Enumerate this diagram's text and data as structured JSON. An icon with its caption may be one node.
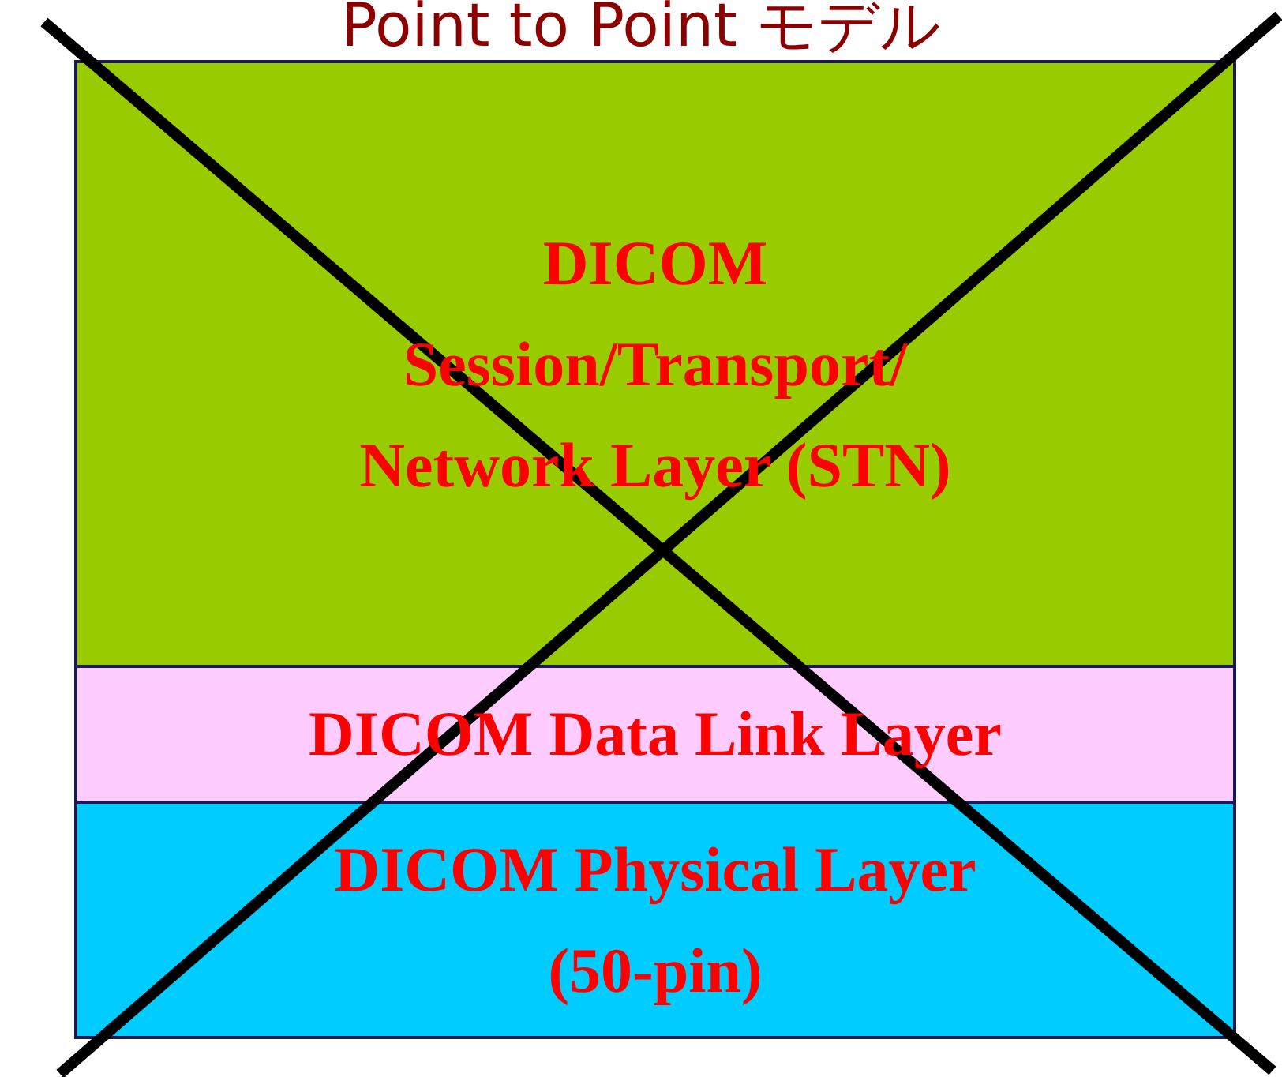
{
  "diagram": {
    "title": "Point to Point モデル",
    "nodes": [
      {
        "text": [
          "DICOM Session/Transport/ Network Layer (STN)"
        ]
      },
      {
        "text": [
          "DICOM Data Link Layer"
        ]
      },
      {
        "text": [
          "DICOM Physical Layer (50-pin)"
        ]
      }
    ]
  }
}
